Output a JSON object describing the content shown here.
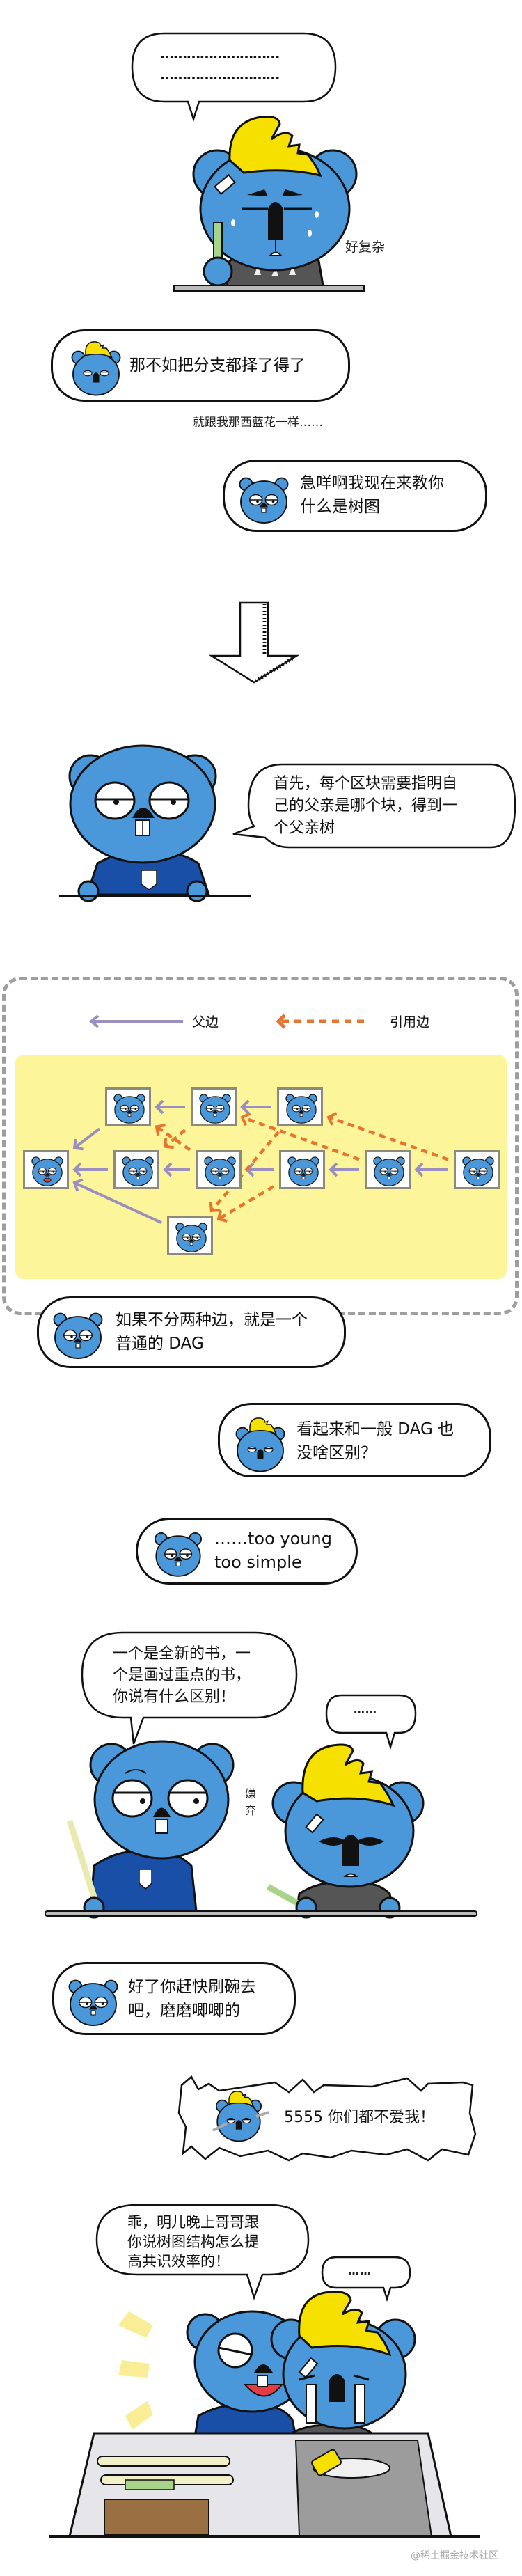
{
  "colors": {
    "bear_blue": "#4a97d9",
    "shirt_blue": "#1a4fa8",
    "hair_yellow": "#f5e000",
    "diagram_bg": "#fdf59a",
    "parent_edge": "#9b8fc0",
    "reference_edge": "#e8742f",
    "frame_grey": "#8c8a7c"
  },
  "panel1": {
    "thought_bubble_lines": [
      "………………………",
      "………………………"
    ],
    "side_caption": "好复杂"
  },
  "panel2": {
    "bubble1_text": "那不如把分支都择了得了",
    "aside": "就跟我那西蓝花一样……",
    "bubble2_lines": [
      "急咩啊我现在来教你",
      "什么是树图"
    ]
  },
  "panel3": {
    "speech_lines": [
      "首先，每个区块需要指明自",
      "己的父亲是哪个块，得到一",
      "个父亲树"
    ]
  },
  "diagram": {
    "legend": {
      "parent_edge_label": "父边",
      "reference_edge_label": "引用边"
    },
    "nodes": [
      {
        "id": "r1a",
        "face": "calm"
      },
      {
        "id": "r1b",
        "face": "calm"
      },
      {
        "id": "r1c",
        "face": "calm"
      },
      {
        "id": "genesis",
        "face": "angry"
      },
      {
        "id": "r2a",
        "face": "calm"
      },
      {
        "id": "r2b",
        "face": "calm"
      },
      {
        "id": "r2c",
        "face": "calm"
      },
      {
        "id": "r2d",
        "face": "calm"
      },
      {
        "id": "r2e",
        "face": "calm"
      },
      {
        "id": "r3a",
        "face": "calm"
      }
    ],
    "parent_edges": [
      [
        "r1b",
        "r1a"
      ],
      [
        "r1c",
        "r1b"
      ],
      [
        "r1a",
        "genesis"
      ],
      [
        "r2a",
        "genesis"
      ],
      [
        "r2b",
        "r2a"
      ],
      [
        "r2c",
        "r2b"
      ],
      [
        "r2d",
        "r2c"
      ],
      [
        "r2e",
        "r2d"
      ],
      [
        "r3a",
        "genesis"
      ]
    ],
    "reference_edges": [
      [
        "r2b",
        "r1a"
      ],
      [
        "r2d",
        "r1b"
      ],
      [
        "r1b",
        "r2a"
      ],
      [
        "r2e",
        "r1c"
      ],
      [
        "r1c",
        "r3a"
      ],
      [
        "r2c",
        "r3a"
      ]
    ]
  },
  "panel4": {
    "bubble1_lines": [
      "如果不分两种边，就是一个",
      "普通的 DAG"
    ],
    "bubble2_lines": [
      "看起来和一般 DAG 也",
      "没啥区别？"
    ],
    "bubble3_lines": [
      "……too young",
      "too simple"
    ]
  },
  "panel5": {
    "speech_lines": [
      "一个是全新的书，一",
      "个是画过重点的书，",
      "你说有什么区别！"
    ],
    "reply": "……",
    "side_caption_lines": [
      "嫌",
      "弃"
    ]
  },
  "panel6": {
    "bubble1_lines": [
      "好了你赶快刷碗去",
      "吧，磨磨唧唧的"
    ],
    "bubble2_text": "5555 你们都不爱我！"
  },
  "panel7": {
    "speech_lines": [
      "乖，明儿晚上哥哥跟",
      "你说树图结构怎么提",
      "高共识效率的！"
    ],
    "reply": "……"
  },
  "watermark": "@稀土掘金技术社区"
}
